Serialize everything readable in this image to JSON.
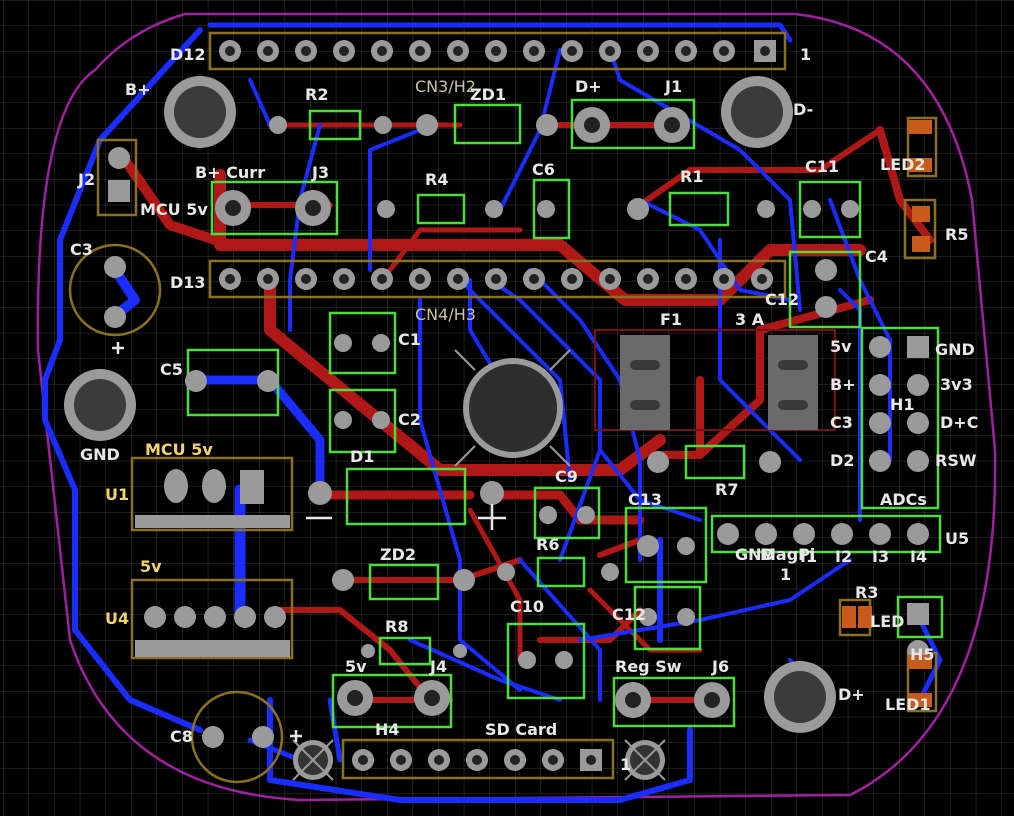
{
  "colors": {
    "background": "#000000",
    "grid": "#3a3a3a",
    "outline": "#a020a0",
    "top_copper": "#b01818",
    "bottom_copper": "#1a2cff",
    "silk_top": "#7a1010",
    "silk_green": "#4ddc3a",
    "silk_yellow": "#8a7020",
    "pad": "#9a9a9a",
    "hole": "#3b3b3b"
  },
  "designators": {
    "D12": "D12",
    "D13": "D13",
    "CN3": "CN3/H2",
    "CN4": "CN4/H3",
    "R2": "R2",
    "R4": "R4",
    "R1": "R1",
    "R3": "R3",
    "R5": "R5",
    "R6": "R6",
    "R7": "R7",
    "R8": "R8",
    "ZD1": "ZD1",
    "ZD2": "ZD2",
    "J1": "J1",
    "J2": "J2",
    "J3": "J3",
    "J4": "J4",
    "J6": "J6",
    "C1": "C1",
    "C2": "C2",
    "C3": "C3",
    "C4": "C4",
    "C5": "C5",
    "C6": "C6",
    "C8": "C8",
    "C9": "C9",
    "C10": "C10",
    "C11": "C11",
    "C12": "C12",
    "C13": "C13",
    "D1": "D1",
    "F1": "F1",
    "U1": "U1",
    "U4": "U4",
    "U5": "U5",
    "H1": "H1",
    "H4": "H4",
    "H5": "H5",
    "LED1": "LED1",
    "LED2": "LED2",
    "B_plus": "B+",
    "D_plus": "D+",
    "D_minus": "D-",
    "GND": "GND",
    "pin1_a": "1",
    "pin1_b": "1",
    "pin1_c": "1"
  },
  "labels": {
    "b_curr": "B+ Curr",
    "d_plus_j1": "D+",
    "mcu_5v_j2": "MCU 5v",
    "mcu_5v_u1": "MCU 5v",
    "five_v_u4": "5v",
    "five_v_j4": "5v",
    "sd_card": "SD Card",
    "reg_sw": "Reg Sw",
    "adcs": "ADCs",
    "f1_rating": "3 A",
    "h1_gnd": "GND",
    "h1_3v3": "3v3",
    "h1_dc": "D+C",
    "h1_rsw": "RSW",
    "h1_5v": "5v",
    "h1_bplus": "B+",
    "h1_c3": "C3",
    "h1_d2": "D2",
    "u5_gnd": "GND",
    "u5_mag": "MagPi",
    "u5_1": "I1",
    "u5_i2": "I2",
    "u5_i3": "I3",
    "u5_i4": "I4",
    "r3_led": "LED",
    "h5_label": "H5"
  }
}
